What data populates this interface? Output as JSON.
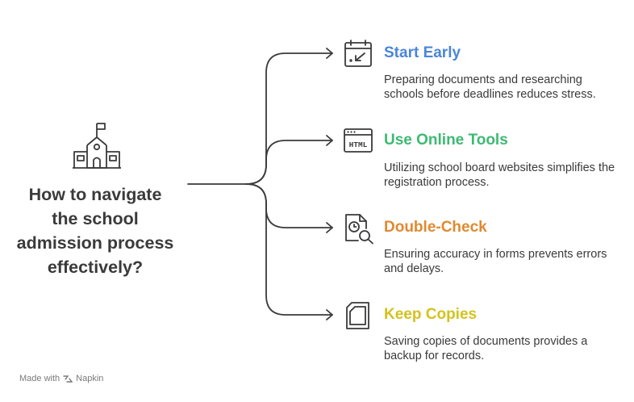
{
  "title": "How to navigate the school admission process effectively?",
  "central_icon": "school-building-icon",
  "items": [
    {
      "heading": "Start Early",
      "description": "Preparing documents and researching schools before deadlines reduces stress.",
      "color": "#4a86d8",
      "icon": "calendar-icon"
    },
    {
      "heading": "Use Online Tools",
      "description": "Utilizing school board websites simplifies the registration process.",
      "color": "#3dba72",
      "icon": "html-browser-icon"
    },
    {
      "heading": "Double-Check",
      "description": "Ensuring accuracy in forms prevents errors and delays.",
      "color": "#e08a30",
      "icon": "document-search-icon"
    },
    {
      "heading": "Keep Copies",
      "description": "Saving copies of documents provides a backup for records.",
      "color": "#d4c21c",
      "icon": "copy-document-icon"
    }
  ],
  "footer": {
    "text": "Made with",
    "brand": "Napkin"
  },
  "line_color": "#3a3a3a"
}
